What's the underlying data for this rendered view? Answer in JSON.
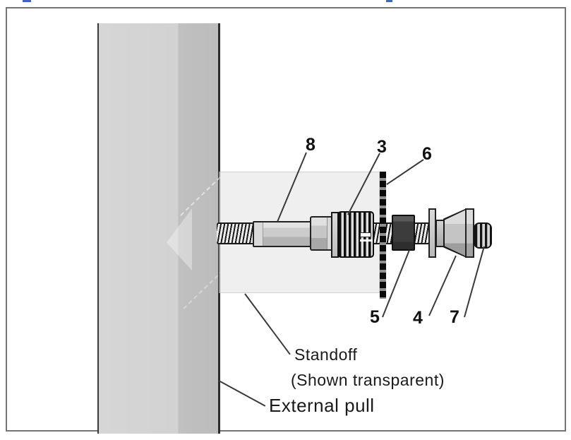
{
  "figure": {
    "part_labels": [
      {
        "number": "8"
      },
      {
        "number": "3"
      },
      {
        "number": "6"
      },
      {
        "number": "5"
      },
      {
        "number": "4"
      },
      {
        "number": "7"
      }
    ],
    "text_labels": {
      "standoff": "Standoff",
      "standoff_note": "(Shown transparent)",
      "external_pull": "External pull"
    },
    "colors": {
      "caption_remnant_blue": "#3b66c4",
      "frame_border": "#757575",
      "wall_light": "#d4d4d4",
      "wall_dark": "#bfbfbf",
      "metal_light": "#dedede",
      "metal_mid": "#c6c6c6",
      "metal_shadow": "#a0a0a0",
      "spacer_dark": "#3a3a3a",
      "outline": "#1a1a1a"
    }
  }
}
